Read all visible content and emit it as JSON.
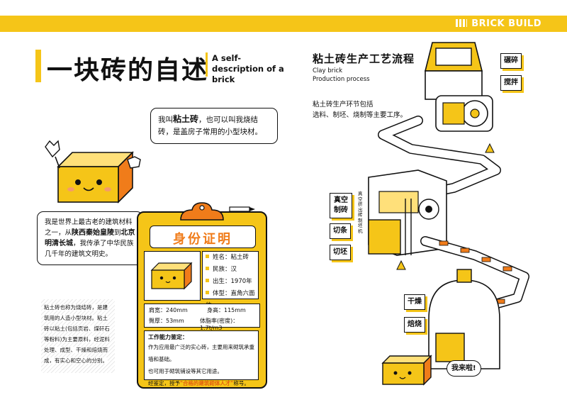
{
  "brand": "BRICK BUILD",
  "left": {
    "title": "一块砖的自述",
    "subtitle": "A self-description of a brick",
    "bubble1": {
      "pre": "我叫",
      "bold": "粘土砖",
      "post": "，也可以叫我烧结砖，是盖房子常用的小型块材。"
    },
    "bubble2": {
      "p1": "我是世界上最古老的建筑材料之一，从",
      "b1": "陕西秦始皇陵",
      "p2": "到",
      "b2": "北京明清长城",
      "p3": "，我传承了中华民族几千年的建筑文明史。"
    },
    "card": {
      "title": "身份证明",
      "info": [
        "姓名：粘土砖",
        "民族：汉",
        "出生：1970年",
        "体型：直角六面体"
      ],
      "stats": [
        "肩宽：240mm",
        "身高：115mm",
        "臀厚：53mm",
        "体脂率(密度)：1.7t/m3"
      ],
      "ability_title": "工作能力鉴定：",
      "ability_lines": [
        "作为应用最广泛的实心砖，主要用来砌筑承重墙和基础。",
        "也可用于砌筑铺设等其它用途。"
      ],
      "ability_final_pre": "经鉴定，授予",
      "ability_final_bold": "\"合格的建筑砌体人才\"",
      "ability_final_post": "称号。"
    },
    "note": "粘土砖也称为烧结砖，是建筑用的人造小型块材。粘土砖以粘土(包括页岩、煤矸石等粉料)为主要原料，经泥料处理、成型、干燥和焙烧而成，有实心和空心的分别。"
  },
  "right": {
    "title": "粘土砖生产工艺流程",
    "subtitle_line1": "Clay brick",
    "subtitle_line2": "Production process",
    "desc_line1": "粘土砖生产环节包括",
    "desc_line2": "选料、制坯、烧制等主要工序。",
    "steps": [
      "碾碎",
      "搅拌",
      "真空制砖",
      "切条",
      "切坯",
      "干燥",
      "焙烧"
    ],
    "machine_label": "真空挤出砖制坯机",
    "brick_speech": "我来啦!"
  },
  "colors": {
    "accent": "#f5c518",
    "brick": "#f07c1a",
    "text": "#111111"
  }
}
